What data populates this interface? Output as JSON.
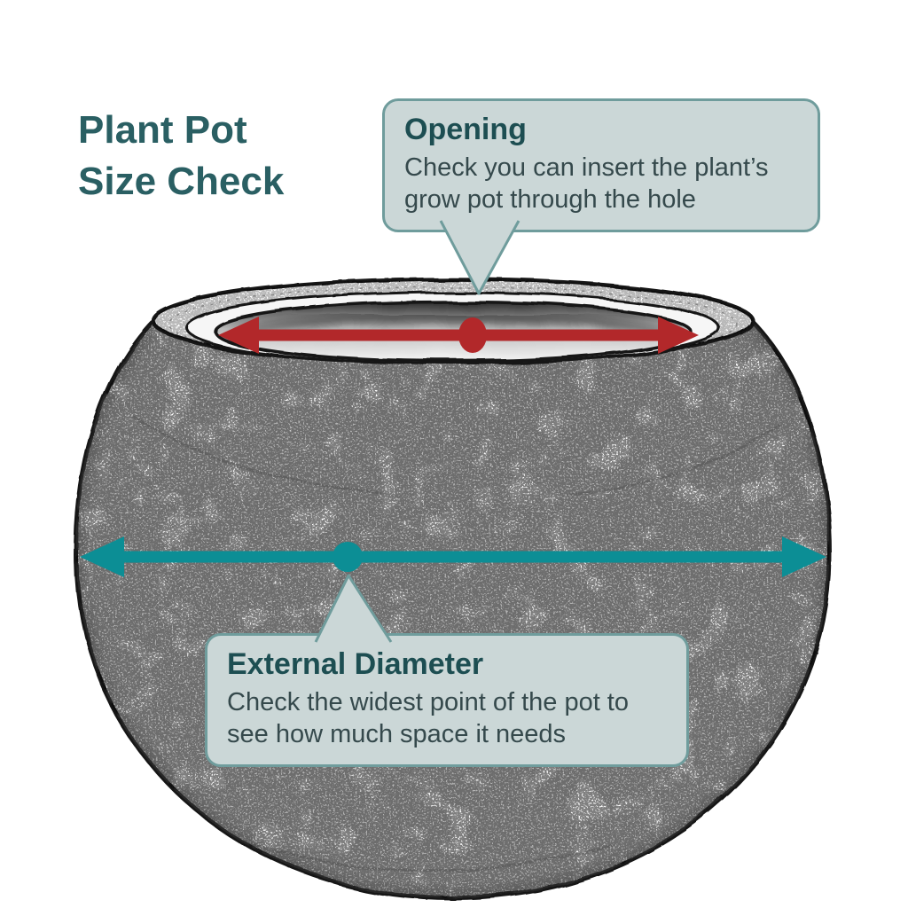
{
  "title": {
    "line1": "Plant Pot",
    "line2": "Size Check"
  },
  "callouts": {
    "opening": {
      "heading": "Opening",
      "body": "Check you can insert the plant’s grow pot through the hole",
      "marker": "red-dot",
      "arrow": "opening-width-arrow"
    },
    "external_diameter": {
      "heading": "External Diameter",
      "body": "Check the widest point of the pot to see how much space it needs",
      "marker": "teal-dot",
      "arrow": "external-diameter-arrow"
    }
  },
  "colors": {
    "background": "#ffffff",
    "title": "#2a5f63",
    "heading": "#1d4e52",
    "body": "#35494c",
    "callout_bg": "#cbd7d7",
    "callout_border": "#6f9c9c",
    "opening_arrow": "#b2282a",
    "diameter_arrow": "#0c8e95",
    "sketch_line": "#161616"
  }
}
